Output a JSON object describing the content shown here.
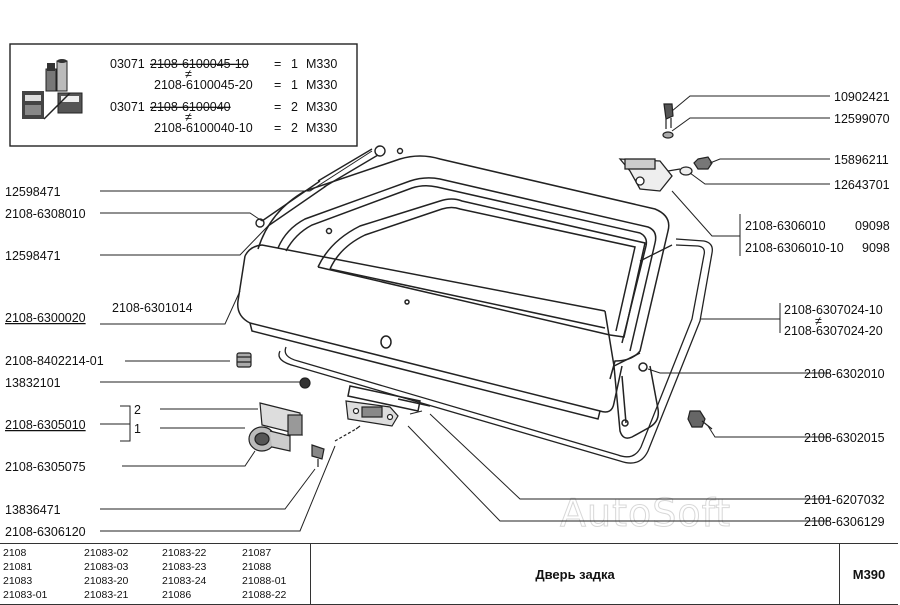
{
  "legend": {
    "lines": [
      {
        "prefix": "03071",
        "part": "2108-6100045-10",
        "qty": "1",
        "code": "M330",
        "struck": true
      },
      {
        "prefix": "",
        "part": "2108-6100045-20",
        "qty": "1",
        "code": "M330",
        "struck": false
      },
      {
        "prefix": "03071",
        "part": "2108-6100040",
        "qty": "2",
        "code": "M330",
        "struck": true
      },
      {
        "prefix": "",
        "part": "2108-6100040-10",
        "qty": "2",
        "code": "M330",
        "struck": false
      }
    ],
    "neq_symbol": "≠",
    "eq_symbol": "="
  },
  "labels_left": {
    "l1": "12598471",
    "l2": "2108-6308010",
    "l3": "12598471",
    "l4": "2108-6300020",
    "l4b": "2108-6301014",
    "l5": "2108-8402214-01",
    "l6": "13832101",
    "l7": "2108-6305010",
    "l7a": "2",
    "l7b": "1",
    "l8": "2108-6305075",
    "l9": "13836471",
    "l10": "2108-6306120"
  },
  "labels_right": {
    "r1": "10902421",
    "r2": "12599070",
    "r3": "15896211",
    "r4": "12643701",
    "r5a": "2108-6306010",
    "r5a_code": "09098",
    "r5b": "2108-6306010-10",
    "r5b_code": "9098",
    "r6a": "2108-6307024-10",
    "r6b": "2108-6307024-20",
    "r7": "2108-6302010",
    "r8": "2108-6302015",
    "r9": "2101-6207032",
    "r10": "2108-6306129"
  },
  "watermark": "AutoSoft",
  "footer": {
    "models": [
      [
        "2108",
        "21083-02",
        "21083-22",
        "21087"
      ],
      [
        "21081",
        "21083-03",
        "21083-23",
        "21088"
      ],
      [
        "21083",
        "21083-20",
        "21083-24",
        "21088-01"
      ],
      [
        "21083-01",
        "21083-21",
        "21086",
        "21088-22"
      ]
    ],
    "title": "Дверь задка",
    "code": "M390"
  }
}
